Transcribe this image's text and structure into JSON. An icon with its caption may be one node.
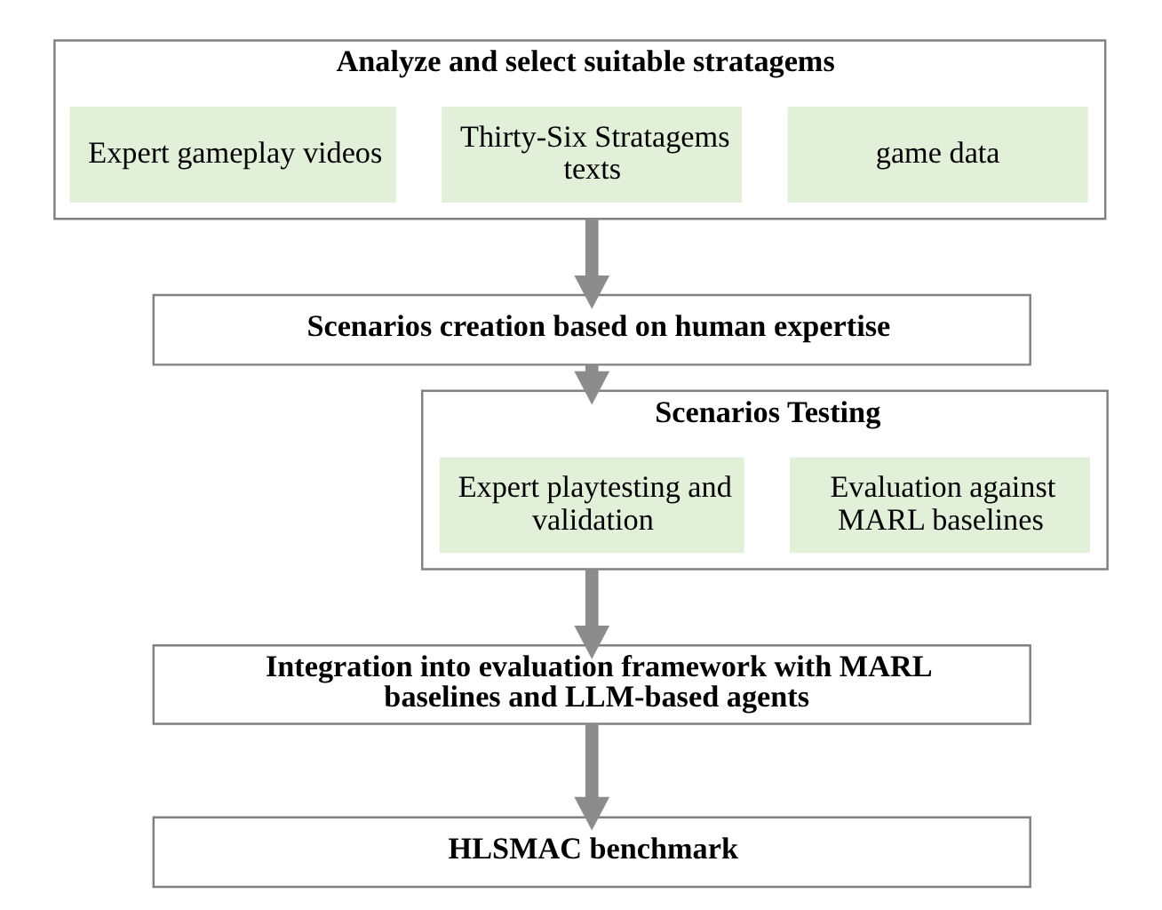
{
  "diagram": {
    "nodes": [
      {
        "text": [
          "Analyze and select suitable stratagems"
        ]
      },
      {
        "text": [
          "Expert gameplay videos"
        ],
        "in": 0
      },
      {
        "text": [
          "Thirty-Six Stratagems texts"
        ],
        "in": 0
      },
      {
        "text": [
          "game data"
        ],
        "in": 0
      },
      {
        "text": [
          "Scenarios creation based on human expertise"
        ]
      },
      {
        "text": [
          "Scenarios Testing"
        ]
      },
      {
        "text": [
          "Expert playtesting and validation"
        ],
        "in": 5
      },
      {
        "text": [
          "Evaluation against MARL baselines"
        ],
        "in": 5
      },
      {
        "text": [
          "Integration into evaluation framework with MARL baselines and LLM-based agents"
        ]
      },
      {
        "text": [
          "HLSMAC benchmark"
        ]
      }
    ],
    "edges": [
      {
        "from": 0,
        "to": 4,
        "arrow": "to"
      },
      {
        "from": 4,
        "to": 5,
        "arrow": "to"
      },
      {
        "from": 5,
        "to": 8,
        "arrow": "to"
      },
      {
        "from": 8,
        "to": 9,
        "arrow": "to"
      }
    ]
  }
}
